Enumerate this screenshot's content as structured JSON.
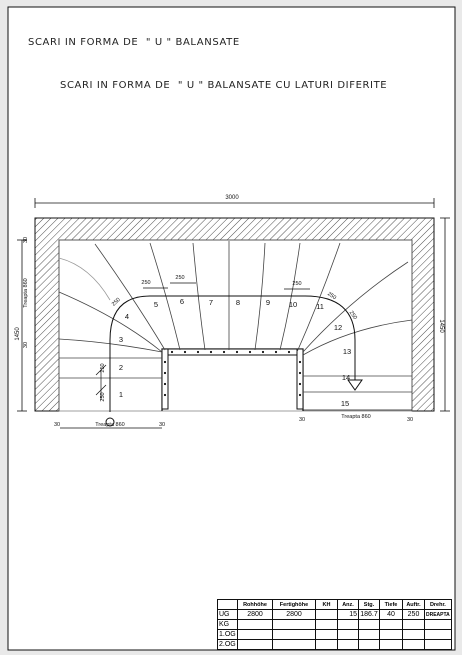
{
  "titles": {
    "line1": "SCARI IN FORMA DE  \" U \" BALANSATE",
    "line2": "SCARI IN FORMA DE  \" U \" BALANSATE CU LATURI DIFERITE"
  },
  "dimensions": {
    "total_width": "3000",
    "height_left": "1450",
    "height_right": "1450",
    "treapta_left_vertical": "Treapta 860",
    "vertical_30_a": "30",
    "vertical_30_b": "30",
    "bottom_left_treapta": "Treapta 860",
    "bottom_left_30a": "30",
    "bottom_left_30b": "30",
    "bottom_right_treapta": "Treapta 860",
    "bottom_right_30a": "30",
    "bottom_right_30b": "30",
    "going_1": "250",
    "going_2": "250",
    "going_3": "250",
    "going_4": "250",
    "going_5": "250",
    "going_6": "250",
    "going_7": "250",
    "going_8": "250"
  },
  "steps": [
    "1",
    "2",
    "3",
    "4",
    "5",
    "6",
    "7",
    "8",
    "9",
    "10",
    "11",
    "12",
    "13",
    "14",
    "15"
  ],
  "table": {
    "headers": [
      "Rohhöhe",
      "Fertighöhe",
      "KH",
      "Anz.",
      "Stg.",
      "Tiefe",
      "Auftr.",
      "Drehr."
    ],
    "rows": [
      {
        "label": "UG",
        "cells": [
          "2800",
          "2800",
          "",
          "15",
          "186.7",
          "40",
          "250",
          "DREAPTA"
        ]
      },
      {
        "label": "KG",
        "cells": [
          "",
          "",
          "",
          "",
          "",
          "",
          "",
          ""
        ]
      },
      {
        "label": "1.OG",
        "cells": [
          "",
          "",
          "",
          "",
          "",
          "",
          "",
          ""
        ]
      },
      {
        "label": "2.OG",
        "cells": [
          "",
          "",
          "",
          "",
          "",
          "",
          "",
          ""
        ]
      }
    ]
  }
}
